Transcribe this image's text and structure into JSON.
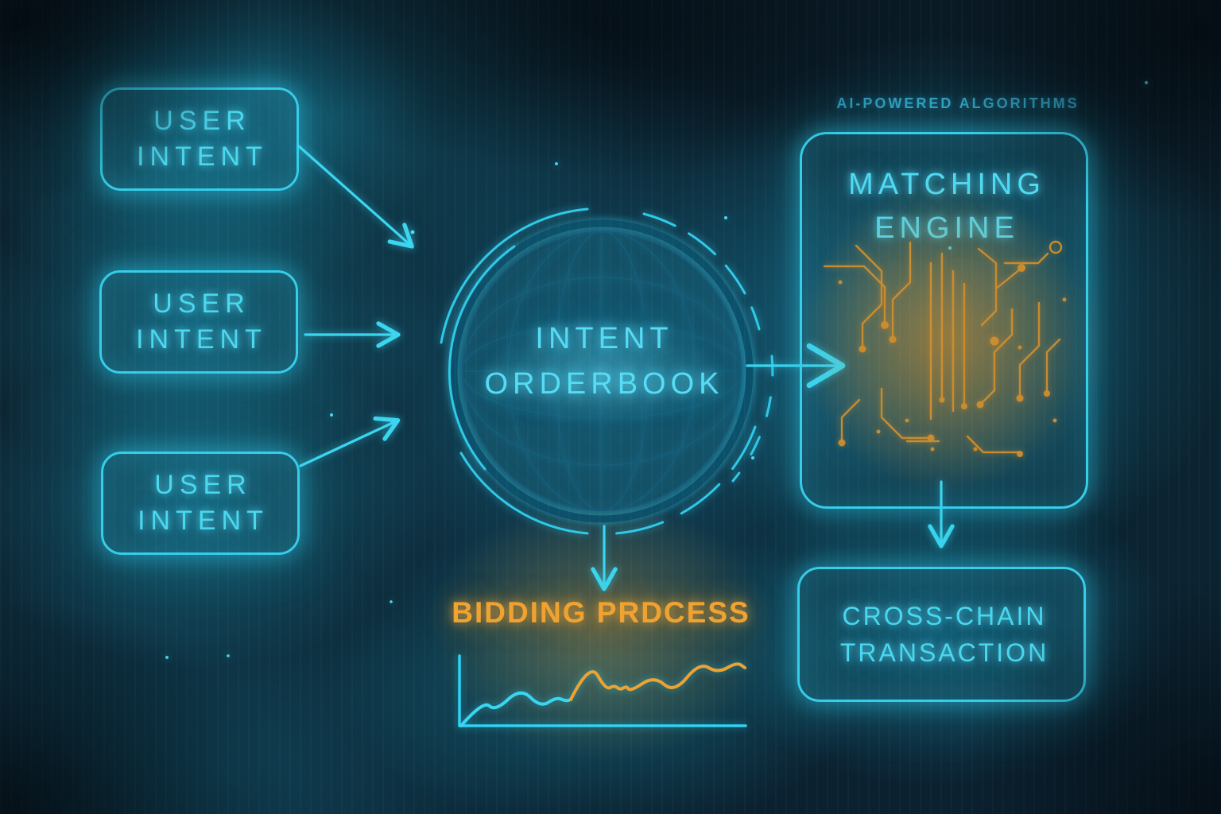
{
  "diagram": {
    "user_intent_nodes": [
      {
        "line1": "USER",
        "line2": "INTENT"
      },
      {
        "line1": "USER",
        "line2": "INTENT"
      },
      {
        "line1": "USER",
        "line2": "INTENT"
      }
    ],
    "orderbook": {
      "line1": "INTENT",
      "line2": "ORDERBOOK"
    },
    "matching_engine": {
      "caption": "AI-POWERED ALGORITHMS",
      "line1": "MATCHING",
      "line2": "ENGINE"
    },
    "cross_chain": {
      "line1": "CROSS-CHAIN",
      "line2": "TRANSACTION"
    },
    "bidding": {
      "label": "BIDDING PRDCESS"
    }
  },
  "colors": {
    "cyan_bright": "#3bd5f0",
    "cyan_text": "#4ad8ef",
    "cyan_dim": "#2f9fbe",
    "orange_text": "#f0a231",
    "orange_circuit": "#cf8d2c",
    "ring_dark": "#0d4e68",
    "globe_wire": "#17607f",
    "background_dark": "#0a1b26"
  },
  "icons": {
    "globe": "globe-icon",
    "circuit": "circuit-board-icon",
    "trend": "trend-line-icon",
    "arrows": "arrow-icon"
  },
  "chart_data": {
    "type": "line",
    "title": "BIDDING PRDCESS",
    "axes": {
      "x": {
        "from": 12,
        "to": 372,
        "y": 103
      },
      "y": {
        "from": 15,
        "to": 103,
        "x": 12
      }
    },
    "series": [
      {
        "name": "bid-trend-early",
        "color": "#3bd5f0",
        "points": [
          [
            14,
            103
          ],
          [
            42,
            71
          ],
          [
            57,
            85
          ],
          [
            89,
            55
          ],
          [
            114,
            80
          ],
          [
            134,
            67
          ],
          [
            146,
            72
          ],
          [
            152,
            70
          ]
        ]
      },
      {
        "name": "bid-trend-late",
        "color": "#eda231",
        "points": [
          [
            152,
            70
          ],
          [
            176,
            22
          ],
          [
            196,
            58
          ],
          [
            207,
            52
          ],
          [
            214,
            58
          ],
          [
            222,
            53
          ],
          [
            227,
            60
          ],
          [
            257,
            40
          ],
          [
            282,
            62
          ],
          [
            314,
            23
          ],
          [
            337,
            37
          ],
          [
            361,
            23
          ],
          [
            371,
            30
          ]
        ]
      }
    ]
  }
}
